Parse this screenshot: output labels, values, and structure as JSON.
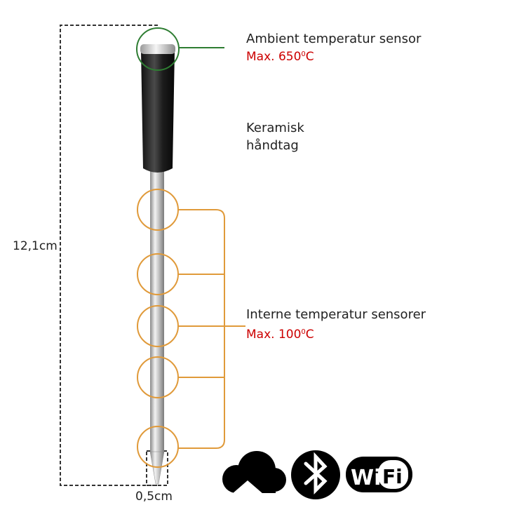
{
  "ambient": {
    "title": "Ambient temperatur sensor",
    "max_prefix": "Max. 650",
    "max_sup": "0",
    "max_unit": "C"
  },
  "handle": {
    "line1": "Keramisk",
    "line2": "håndtag"
  },
  "internal": {
    "title": "Interne temperatur sensorer",
    "max_prefix": "Max. 100",
    "max_sup": "0",
    "max_unit": "C"
  },
  "dimensions": {
    "length": "12,1cm",
    "diameter": "0,5cm"
  },
  "icons": [
    "cloud-upload-icon",
    "bluetooth-icon",
    "wifi-icon"
  ],
  "colors": {
    "ambient_marker": "#2e7d32",
    "internal_marker": "#e09a3a",
    "max_text": "#cc0000"
  }
}
